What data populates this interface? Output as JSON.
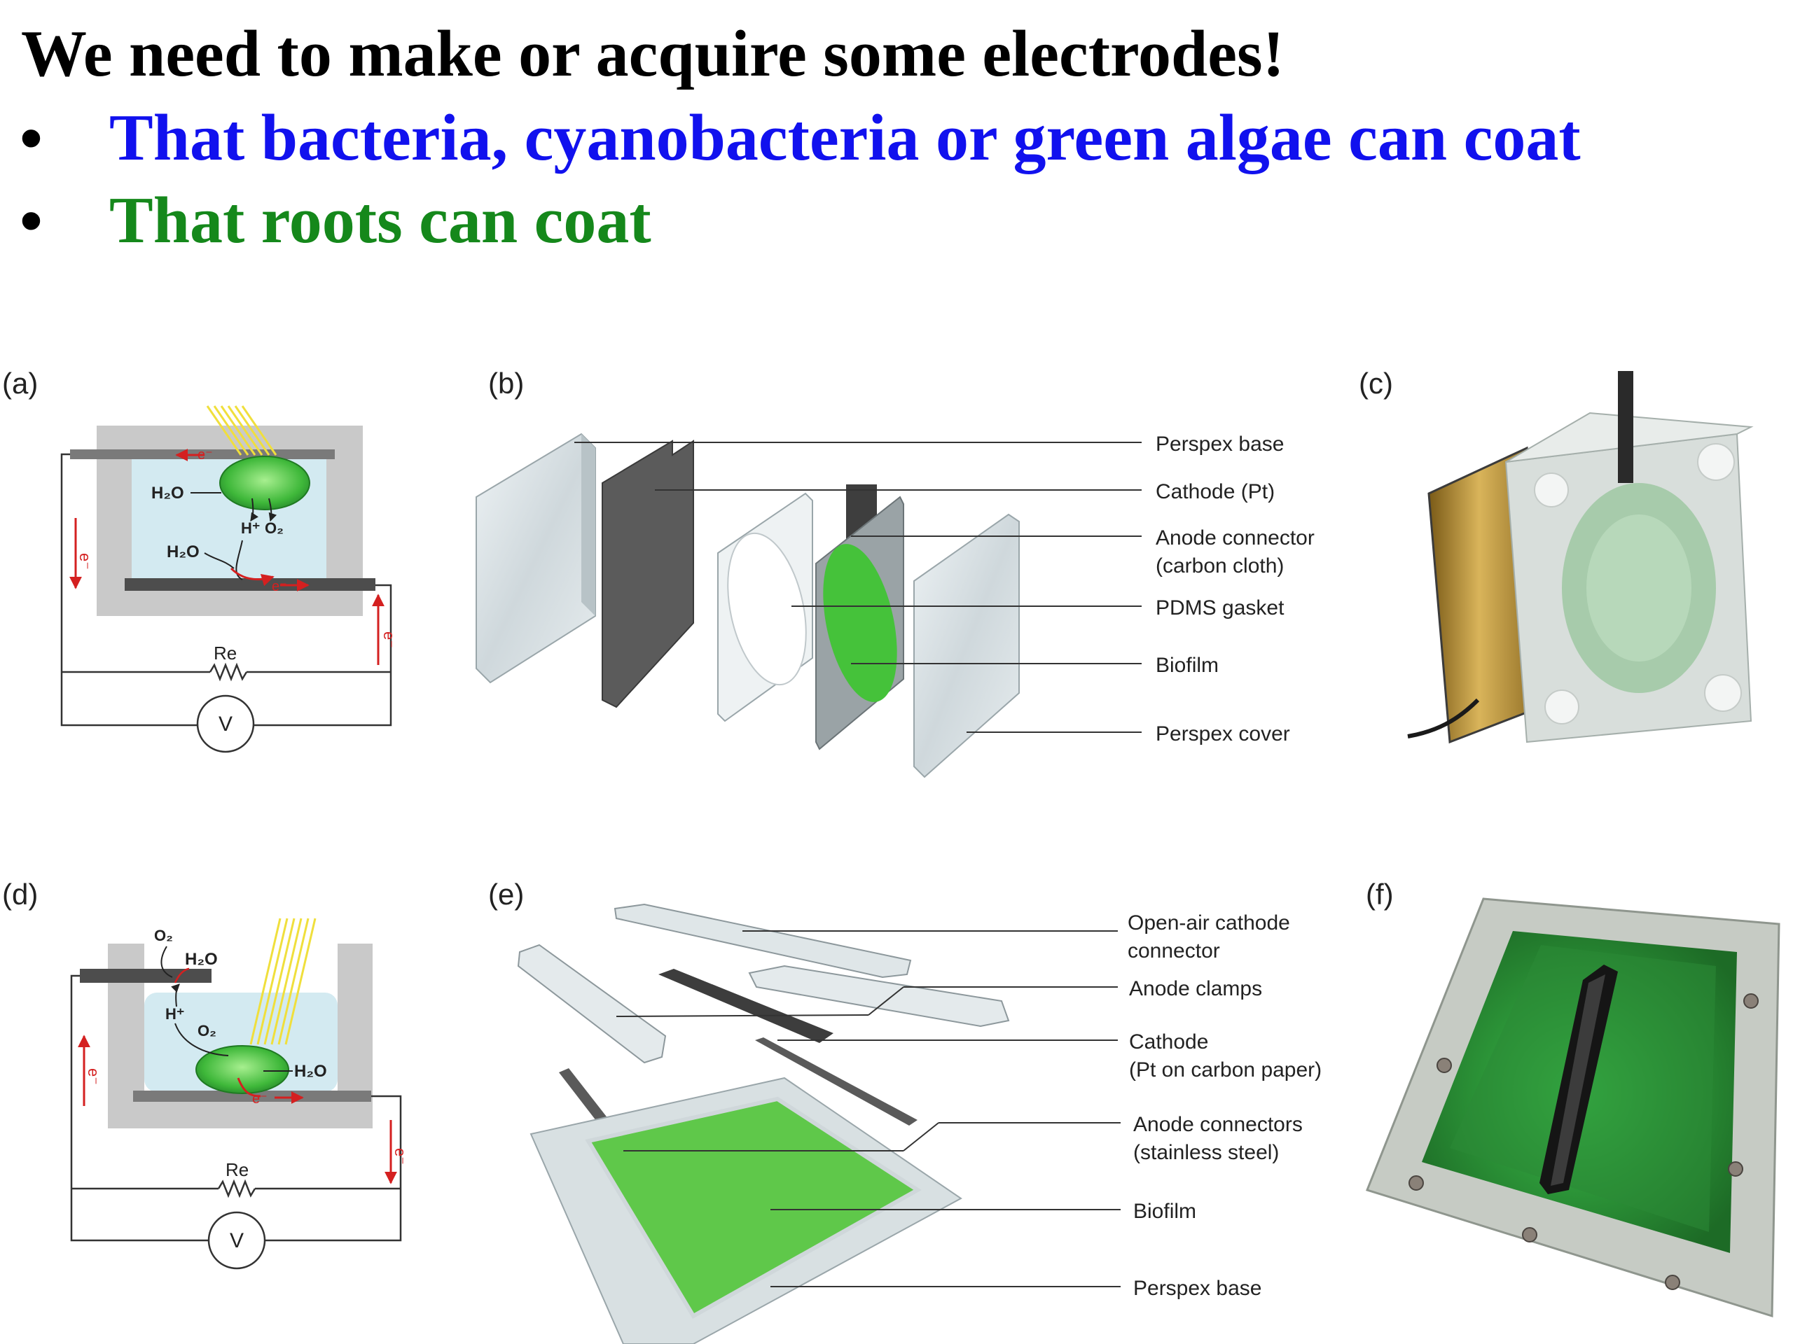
{
  "title": "We need to make or acquire some electrodes!",
  "bullets": [
    {
      "marker": "•",
      "text": "That bacteria, cyanobacteria or green algae can coat",
      "color": "#1111ee"
    },
    {
      "marker": "•",
      "text": "That roots can coat",
      "color": "#15881b"
    }
  ],
  "panels": {
    "a": {
      "label": "(a)",
      "h2o_top": "H₂O",
      "h2o_left": "H₂O",
      "hplus": "H⁺",
      "o2": "O₂",
      "electron": "e⁻",
      "resistor": "Re",
      "voltmeter": "V"
    },
    "b": {
      "label": "(b)",
      "callouts": [
        "Perspex base",
        "Cathode (Pt)",
        "Anode connector",
        "(carbon cloth)",
        "PDMS gasket",
        "Biofilm",
        "Perspex cover"
      ]
    },
    "c": {
      "label": "(c)"
    },
    "d": {
      "label": "(d)",
      "o2_top": "O₂",
      "h2o_top": "H₂O",
      "hplus": "H⁺",
      "o2_mid": "O₂",
      "h2o_right": "H₂O",
      "electron": "e⁻",
      "resistor": "Re",
      "voltmeter": "V"
    },
    "e": {
      "label": "(e)",
      "callouts": [
        "Open-air cathode",
        "connector",
        "Anode clamps",
        "Cathode",
        "(Pt on carbon paper)",
        "Anode connectors",
        "(stainless steel)",
        "Biofilm",
        "Perspex base"
      ]
    },
    "f": {
      "label": "(f)"
    }
  },
  "colors": {
    "biofilm": "#45c23a",
    "medium": "#cfe9f0",
    "housing": "#c8c8c8",
    "electrode": "#505050",
    "electron": "#d42020",
    "light": "#f2e64a"
  }
}
